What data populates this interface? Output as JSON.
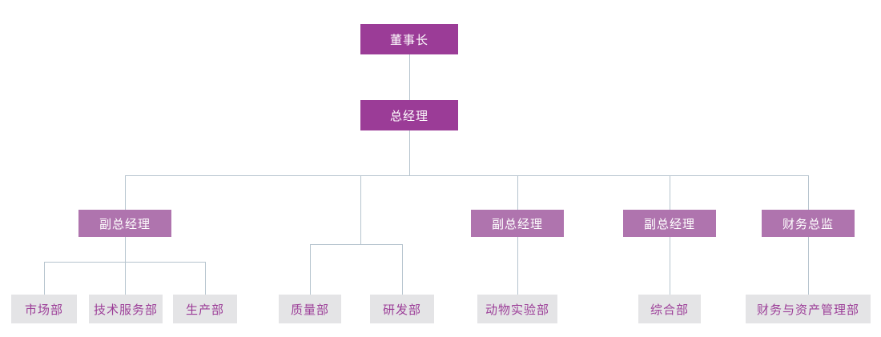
{
  "diagram": {
    "type": "org-chart",
    "background": "#FFFFFF"
  },
  "colors": {
    "executive-fill": "#9B3C97",
    "manager-fill": "#AF74AE",
    "department-fill": "#E4E4E6",
    "department-text": "#9C3E98",
    "node-text": "#FFFFFF",
    "connector": "#B6C4CE"
  },
  "nodes": {
    "chairman": "董事长",
    "general_manager": "总经理",
    "vp1": "副总经理",
    "vp2": "副总经理",
    "vp3": "副总经理",
    "finance_director": "财务总监",
    "dept_marketing": "市场部",
    "dept_tech_service": "技术服务部",
    "dept_production": "生产部",
    "dept_quality": "质量部",
    "dept_rnd": "研发部",
    "dept_animal_lab": "动物实验部",
    "dept_general": "综合部",
    "dept_finance_asset": "财务与资产管理部"
  },
  "hierarchy": {
    "label": "董事长",
    "children": [
      {
        "label": "总经理",
        "children": [
          {
            "label": "副总经理",
            "children": [
              "市场部",
              "技术服务部",
              "生产部"
            ]
          },
          {
            "label": "",
            "children": [
              "质量部",
              "研发部"
            ]
          },
          {
            "label": "副总经理",
            "children": [
              "动物实验部"
            ]
          },
          {
            "label": "副总经理",
            "children": [
              "综合部"
            ]
          },
          {
            "label": "财务总监",
            "children": [
              "财务与资产管理部"
            ]
          }
        ]
      }
    ]
  }
}
